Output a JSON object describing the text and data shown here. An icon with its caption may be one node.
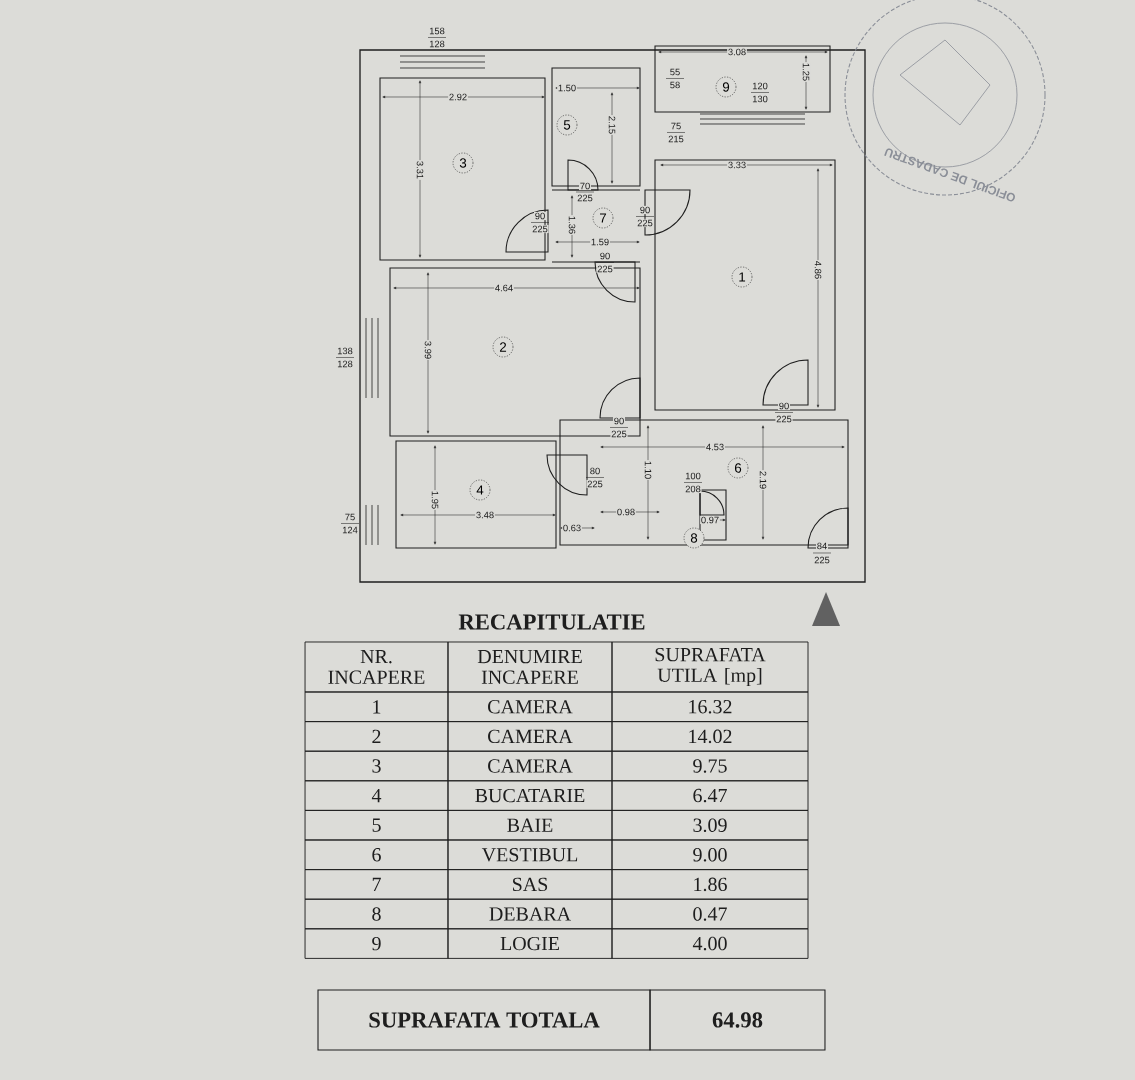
{
  "diagram": {
    "nodes": [
      {
        "text": [
          "9"
        ]
      },
      {
        "text": [
          "5"
        ]
      },
      {
        "text": [
          "3"
        ]
      },
      {
        "text": [
          "7"
        ]
      },
      {
        "text": [
          "1"
        ]
      },
      {
        "text": [
          "2"
        ]
      },
      {
        "text": [
          "6"
        ]
      },
      {
        "text": [
          "4"
        ]
      },
      {
        "text": [
          "8"
        ]
      }
    ],
    "labels": [
      "158",
      "128",
      "3.08",
      "55",
      "58",
      "120",
      "130",
      "1.25",
      "1.50",
      "2.92",
      "2.15",
      "75",
      "215",
      "3.31",
      "3.33",
      "70",
      "225",
      "90",
      "225",
      "1.36",
      "90",
      "225",
      "1.59",
      "90",
      "225",
      "4.64",
      "4.86",
      "138",
      "128",
      "3.99",
      "90",
      "225",
      "90",
      "225",
      "4.53",
      "80",
      "225",
      "1.10",
      "100",
      "208",
      "2.19",
      "1.95",
      "75",
      "124",
      "3.48",
      "0.98",
      "0.97",
      "0.63",
      "84",
      "225",
      "OFICIUL DE CADASTRU",
      "RECAPITULATIE",
      "NR. INCAPERE",
      "DENUMIRE INCAPERE",
      "SUPRAFATA UTILA [mp]",
      "1",
      "CAMERA",
      "16.32",
      "2",
      "CAMERA",
      "14.02",
      "3",
      "CAMERA",
      "9.75",
      "4",
      "BUCATARIE",
      "6.47",
      "5",
      "BAIE",
      "3.09",
      "6",
      "VESTIBUL",
      "9.00",
      "7",
      "SAS",
      "1.86",
      "8",
      "DEBARA",
      "0.47",
      "9",
      "LOGIE",
      "4.00",
      "SUPRAFATA TOTALA",
      "64.98"
    ]
  }
}
